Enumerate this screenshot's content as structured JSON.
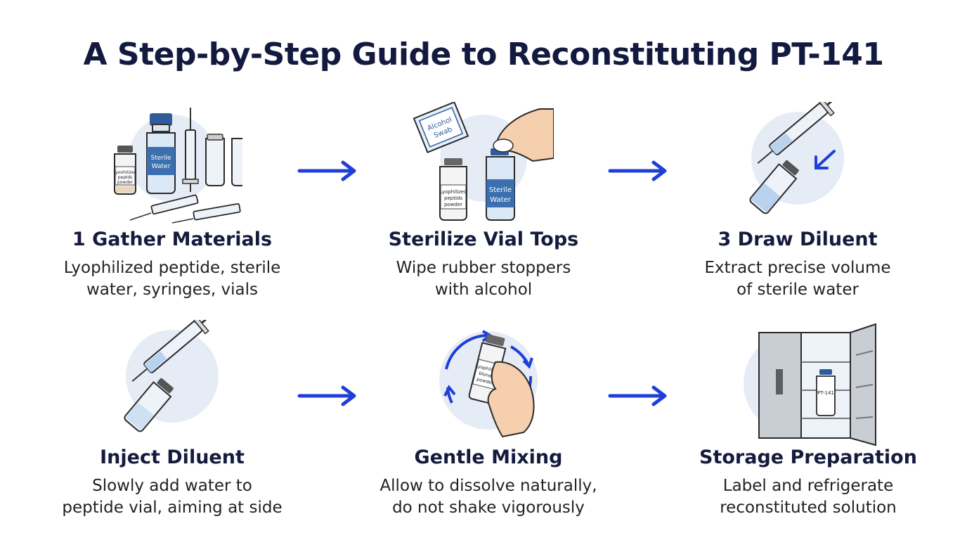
{
  "title": "A Step-by-Step Guide to Reconstituting PT-141",
  "colors": {
    "title": "#121a3f",
    "arrow": "#1f3fd6",
    "bg_circle": "#e6ecf6",
    "vial_label": "#3a6fb0"
  },
  "steps": [
    {
      "heading": "1 Gather Materials",
      "description": "Lyophilized peptide, sterile\nwater, syringes, vials",
      "icon": "materials-icon",
      "labels": {
        "small_vial": "Lyoohilized peptds powder",
        "large_vial": "Sterile Water"
      }
    },
    {
      "heading": "Sterilize Vial Tops",
      "description": "Wipe rubber stoppers\nwith alcohol",
      "icon": "alcohol-swab-icon",
      "labels": {
        "swab": "Alcohol Swab",
        "small_vial": "Lyophilized peptids powder",
        "large_vial": "Sterile Water"
      }
    },
    {
      "heading": "3 Draw Diluent",
      "description": "Extract precise volume\nof sterile water",
      "icon": "syringe-draw-icon"
    },
    {
      "heading": "Inject Diluent",
      "description": "Slowly add  water to\npeptide vial, aiming at side",
      "icon": "syringe-inject-icon"
    },
    {
      "heading": "Gentle Mixing",
      "description": "Allow to dissolve naturally,\ndo not shake vigorously",
      "icon": "hand-mixing-icon",
      "labels": {
        "vial": "Lyophilized blondo powder"
      }
    },
    {
      "heading": "Storage Preparation",
      "description": "Label and refrigerate\nreconstituted solution",
      "icon": "refrigerator-icon",
      "labels": {
        "vial": "PT-141"
      }
    }
  ]
}
